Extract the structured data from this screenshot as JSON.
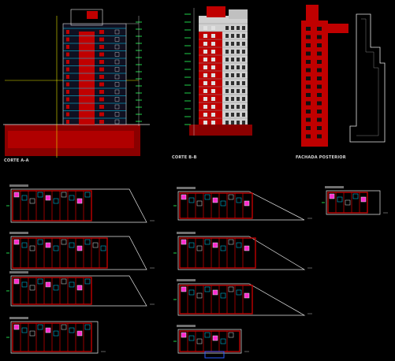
{
  "labels": {
    "section_a": "CORTE A-A",
    "section_b": "CORTE B-B",
    "rear_facade": "FACHADA POSTERIOR"
  },
  "colors": {
    "background": "#000000",
    "wall_red": "#c00000",
    "line_white": "#e6e6e6",
    "line_cyan": "#00d8ff",
    "line_green": "#1fcf4a",
    "line_yellow": "#e6e600",
    "line_grey": "#808080",
    "accent_blue": "#2a5bff",
    "accent_magenta": "#ff2bd0"
  }
}
